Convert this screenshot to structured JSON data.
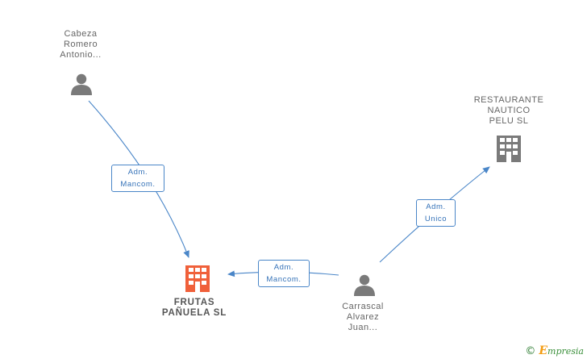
{
  "nodes": {
    "cabeza": {
      "lines": [
        "Cabeza",
        "Romero",
        "Antonio..."
      ],
      "type": "person"
    },
    "restaurante": {
      "lines": [
        "RESTAURANTE",
        "NAUTICO",
        "PELU SL"
      ],
      "type": "company"
    },
    "frutas": {
      "lines": [
        "FRUTAS",
        "PAÑUELA SL"
      ],
      "type": "company-main"
    },
    "carrascal": {
      "lines": [
        "Carrascal",
        "Alvarez",
        "Juan..."
      ],
      "type": "person"
    }
  },
  "edges": [
    {
      "from": "cabeza",
      "to": "frutas",
      "lines": [
        "Adm.",
        "Mancom."
      ]
    },
    {
      "from": "carrascal",
      "to": "frutas",
      "lines": [
        "Adm.",
        "Mancom."
      ]
    },
    {
      "from": "carrascal",
      "to": "restaurante",
      "lines": [
        "Adm.",
        "Unico"
      ]
    }
  ],
  "colors": {
    "edge": "#4a86c8",
    "person_icon": "#7a7a7a",
    "company_icon": "#7a7a7a",
    "main_company_icon": "#f0603a"
  },
  "brand": {
    "symbol": "©",
    "initial": "E",
    "rest": "mpresia"
  }
}
